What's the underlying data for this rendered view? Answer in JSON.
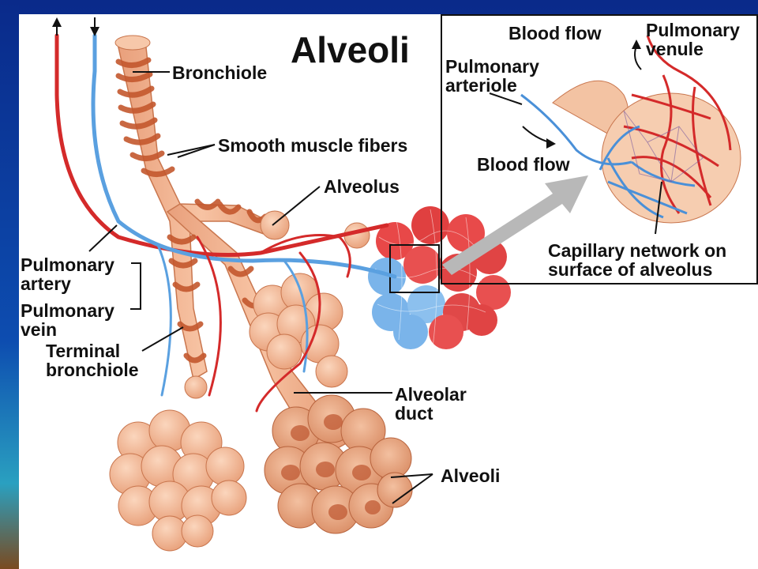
{
  "diagram": {
    "title": "Alveoli",
    "labels": {
      "bronchiole": "Bronchiole",
      "smooth_muscle": "Smooth muscle fibers",
      "alveolus": "Alveolus",
      "pulmonary_artery": "Pulmonary\nartery",
      "pulmonary_vein": "Pulmonary\nvein",
      "terminal_bronchiole": "Terminal\nbronchiole",
      "alveolar_duct": "Alveolar\nduct",
      "alveoli": "Alveoli",
      "inset_blood_flow_top": "Blood flow",
      "inset_pulmonary_venule": "Pulmonary\nvenule",
      "inset_pulmonary_arteriole": "Pulmonary\narteriole",
      "inset_blood_flow_bottom": "Blood flow",
      "inset_capillary_network": "Capillary network on\nsurface of alveolus"
    }
  },
  "colors": {
    "artery": "#d42a2a",
    "vein": "#5aa0e0",
    "tissue": "#f2b08a",
    "muscle": "#d0683e",
    "slide_blue": "#0b2a86"
  }
}
